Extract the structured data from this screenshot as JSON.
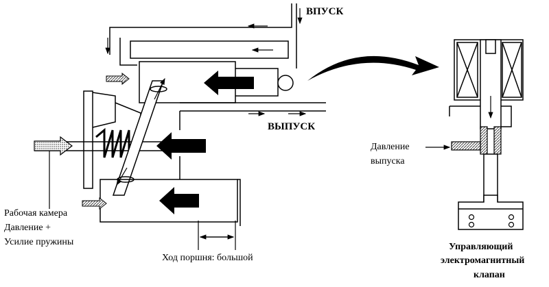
{
  "labels": {
    "inlet": "ВПУСК",
    "outlet": "ВЫПУСК",
    "working_chamber_1": "Рабочая камера",
    "working_chamber_2": "Давление +",
    "working_chamber_3": "Усилие пружины",
    "piston_stroke": "Ход поршня: большой",
    "exhaust_pressure_1": "Давление",
    "exhaust_pressure_2": "выпуска",
    "solenoid_valve_1": "Управляющий",
    "solenoid_valve_2": "электромагнитный",
    "solenoid_valve_3": "клапан"
  },
  "colors": {
    "line": "#000000",
    "fill_dark": "#000000",
    "fill_light": "#ffffff",
    "hatch": "#555555"
  }
}
